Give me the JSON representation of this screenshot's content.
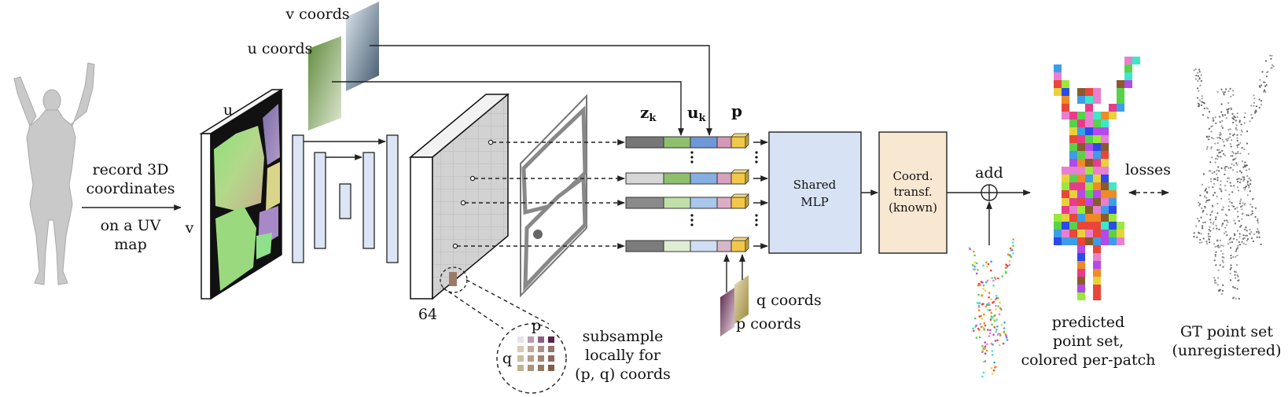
{
  "labels": {
    "record_line1": "record 3D",
    "record_line2": "coordinates",
    "record_line3": "on a UV",
    "record_line4": "map",
    "u_axis": "u",
    "v_axis": "v",
    "u_coords": "u coords",
    "v_coords": "v coords",
    "channels": "64",
    "z_k": "z",
    "z_sub": "k",
    "u_k": "u",
    "u_sub": "k",
    "p_head": "p",
    "p_grid": "p",
    "q_grid": "q",
    "subsample_1": "subsample",
    "subsample_2": "locally for",
    "subsample_3": "(p, q) coords",
    "q_coords": "q coords",
    "p_coords": "p coords",
    "mlp_1": "Shared",
    "mlp_2": "MLP",
    "coord_1": "Coord.",
    "coord_2": "transf.",
    "coord_3": "(known)",
    "add": "add",
    "losses": "losses",
    "pred_1": "predicted",
    "pred_2": "point set,",
    "pred_3": "colored per-patch",
    "gt_1": "GT point set",
    "gt_2": "(unregistered)"
  },
  "colors": {
    "unet_block": "#dbe5f5",
    "mlp_box": "#d7e3f4",
    "coord_box": "#f8e8d2",
    "u_coords_plane": "#7da85a",
    "v_coords_plane": "#9ab0c2",
    "feature_grid": "#cfcfcf"
  },
  "icons": {
    "mannequin": "human-figure-icon",
    "add": "circle-plus-icon",
    "losses": "double-arrow-icon"
  }
}
